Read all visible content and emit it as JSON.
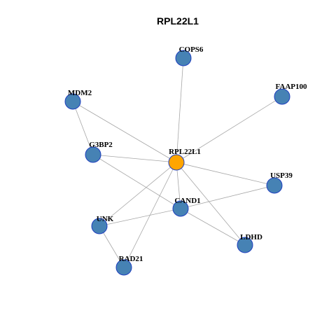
{
  "title": "RPL22L1",
  "colors": {
    "background": "#ffffff",
    "edge": "#a6a6a6",
    "node_default": "#4682b4",
    "node_center": "#ffa500",
    "node_border": "#1f3fbf"
  },
  "graph": {
    "center": "RPL22L1",
    "nodes": [
      {
        "id": "COPS6",
        "label": "COPS6",
        "role": "neighbor"
      },
      {
        "id": "MDM2",
        "label": "MDM2",
        "role": "neighbor"
      },
      {
        "id": "FAAP100",
        "label": "FAAP100",
        "role": "neighbor"
      },
      {
        "id": "G3BP2",
        "label": "G3BP2",
        "role": "neighbor"
      },
      {
        "id": "RPL22L1",
        "label": "RPL22L1",
        "role": "center"
      },
      {
        "id": "USP39",
        "label": "USP39",
        "role": "neighbor"
      },
      {
        "id": "CAND1",
        "label": "CAND1",
        "role": "neighbor"
      },
      {
        "id": "UNK",
        "label": "UNK",
        "role": "neighbor"
      },
      {
        "id": "LDHD",
        "label": "LDHD",
        "role": "neighbor"
      },
      {
        "id": "RAD21",
        "label": "RAD21",
        "role": "neighbor"
      }
    ],
    "edges": [
      [
        "RPL22L1",
        "COPS6"
      ],
      [
        "RPL22L1",
        "MDM2"
      ],
      [
        "RPL22L1",
        "FAAP100"
      ],
      [
        "RPL22L1",
        "G3BP2"
      ],
      [
        "RPL22L1",
        "USP39"
      ],
      [
        "RPL22L1",
        "CAND1"
      ],
      [
        "RPL22L1",
        "UNK"
      ],
      [
        "RPL22L1",
        "LDHD"
      ],
      [
        "RPL22L1",
        "RAD21"
      ],
      [
        "MDM2",
        "G3BP2"
      ],
      [
        "G3BP2",
        "CAND1"
      ],
      [
        "CAND1",
        "USP39"
      ],
      [
        "CAND1",
        "UNK"
      ],
      [
        "CAND1",
        "LDHD"
      ],
      [
        "UNK",
        "RAD21"
      ]
    ]
  }
}
